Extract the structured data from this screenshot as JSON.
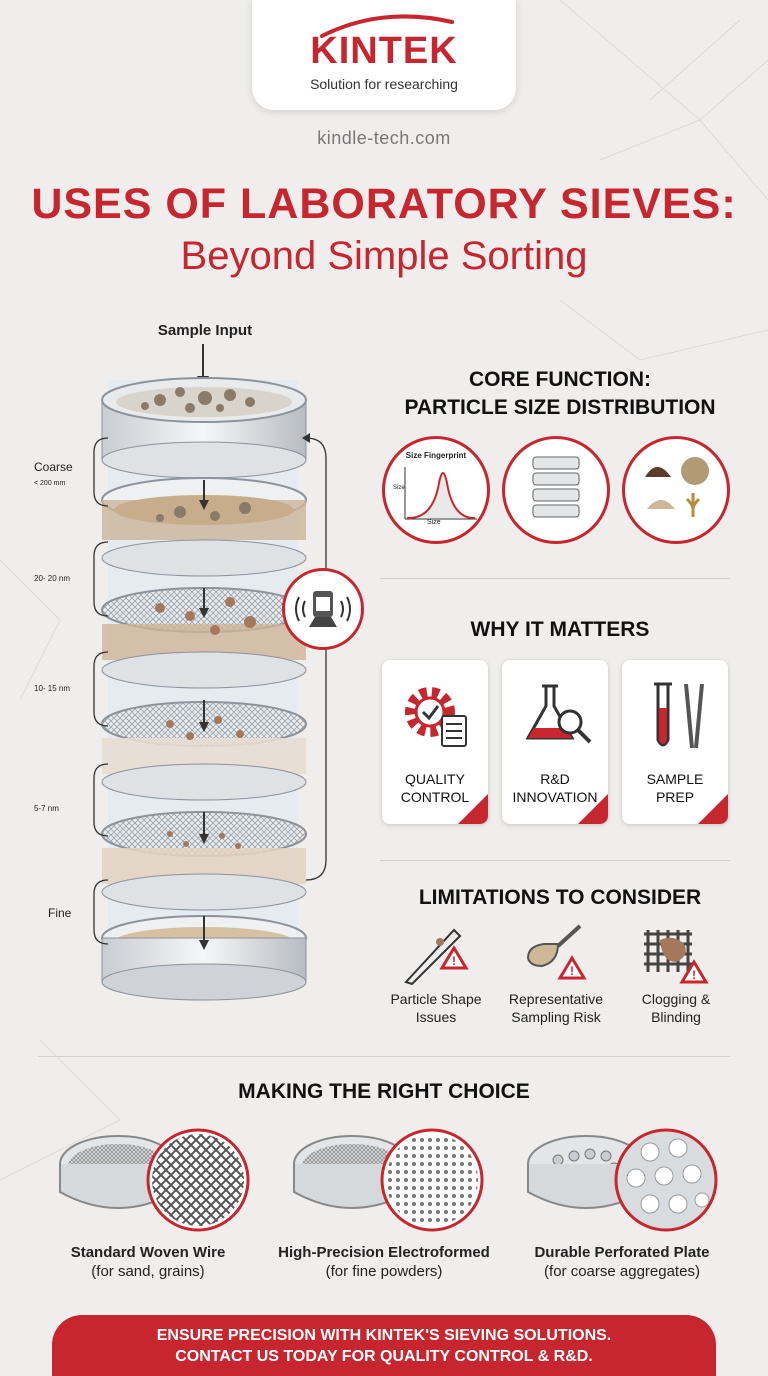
{
  "brand": {
    "name": "KINTEK",
    "tagline": "Solution for researching",
    "website": "kindle-tech.com"
  },
  "title": {
    "line1": "USES OF LABORATORY SIEVES:",
    "line2": "Beyond Simple Sorting"
  },
  "sieve_stack": {
    "input_label": "Sample Input",
    "size_labels": [
      {
        "main": "Coarse",
        "sub": "< 200 mm"
      },
      {
        "main": "20- 20 nm",
        "sub": ""
      },
      {
        "main": "10- 15 nm",
        "sub": ""
      },
      {
        "main": "5-7 nm",
        "sub": ""
      },
      {
        "main": "Fine",
        "sub": ""
      }
    ]
  },
  "core_function": {
    "heading_line1": "CORE FUNCTION:",
    "heading_line2": "PARTICLE SIZE DISTRIBUTION",
    "chart_title": "Size Fingerprint",
    "chart_xlabel": "Size",
    "chart_ylabel": "Size"
  },
  "why_it_matters": {
    "heading": "WHY IT MATTERS",
    "cards": [
      {
        "line1": "QUALITY",
        "line2": "CONTROL",
        "icon": "gear-checklist-icon"
      },
      {
        "line1": "R&D",
        "line2": "INNOVATION",
        "icon": "flask-magnifier-icon"
      },
      {
        "line1": "SAMPLE",
        "line2": "PREP",
        "icon": "test-tube-tweezers-icon"
      }
    ]
  },
  "limitations": {
    "heading": "LIMITATIONS TO CONSIDER",
    "items": [
      {
        "line1": "Particle Shape",
        "line2": "Issues"
      },
      {
        "line1": "Representative",
        "line2": "Sampling Risk"
      },
      {
        "line1": "Clogging &",
        "line2": "Blinding"
      }
    ]
  },
  "choice": {
    "heading": "MAKING THE RIGHT CHOICE",
    "options": [
      {
        "name": "Standard Woven Wire",
        "use": "(for sand, grains)"
      },
      {
        "name": "High-Precision Electroformed",
        "use": "(for fine powders)"
      },
      {
        "name": "Durable Perforated Plate",
        "use": "(for coarse aggregates)"
      }
    ]
  },
  "cta": {
    "line1": "ENSURE PRECISION WITH KINTEK'S SIEVING SOLUTIONS.",
    "line2": "CONTACT US TODAY FOR QUALITY CONTROL & R&D."
  },
  "colors": {
    "accent": "#c8262e",
    "background": "#efeeec"
  }
}
